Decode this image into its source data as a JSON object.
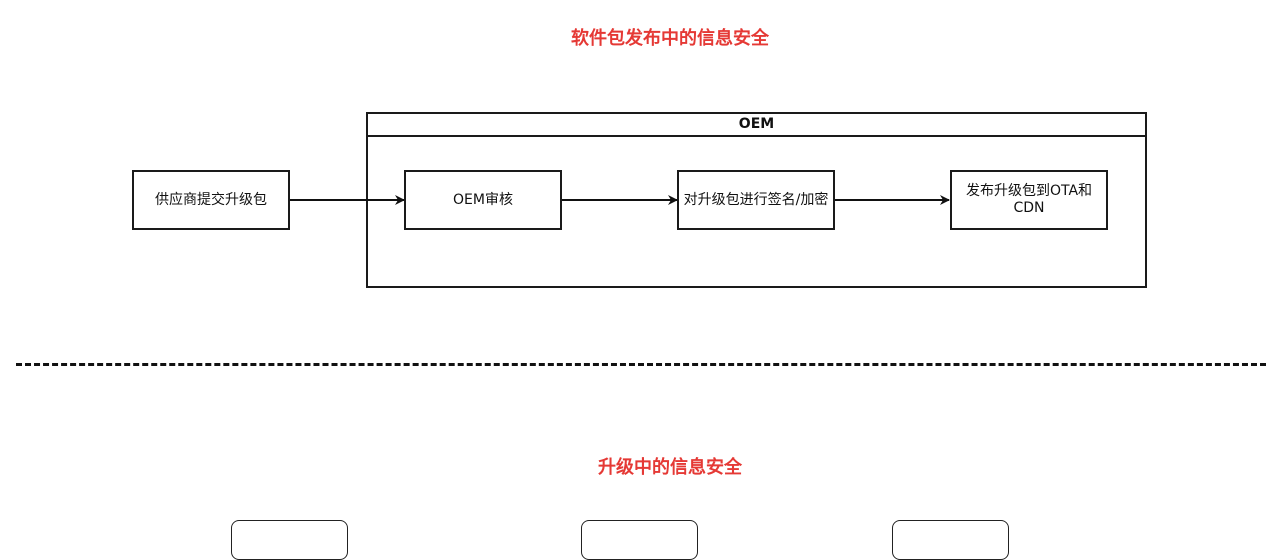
{
  "titles": {
    "section1": "软件包发布中的信息安全",
    "section2": "升级中的信息安全"
  },
  "colors": {
    "title": "#e53935",
    "stroke": "#1a1a1a"
  },
  "diagram": {
    "container_label": "OEM",
    "nodes": {
      "supplier": "供应商提交升级包",
      "review": "OEM审核",
      "sign": "对升级包进行签名/加密",
      "publish": "发布升级包到OTA和CDN"
    }
  }
}
